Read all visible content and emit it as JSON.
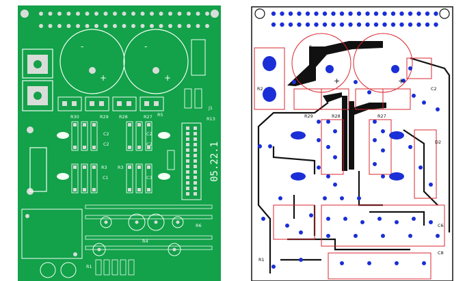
{
  "colors": {
    "background": "#ffffff",
    "board_green": "#13a14a",
    "board_dark": "#0e8a3d",
    "silkscreen": "#f4fff6",
    "pad_silver": "#d9ddd9",
    "copper_red": "#d8262e",
    "via_blue": "#1a2fd6",
    "trace_black": "#111111"
  },
  "left_board": {
    "name": "green-pcb-render",
    "revision_label": "05.22.1",
    "cap_marks": [
      "-",
      "+",
      "-",
      "+"
    ],
    "labels": [
      {
        "id": "R30",
        "text": "R30"
      },
      {
        "id": "R29",
        "text": "R29"
      },
      {
        "id": "R28",
        "text": "R28"
      },
      {
        "id": "R27",
        "text": "R27"
      },
      {
        "id": "R3a",
        "text": "R3"
      },
      {
        "id": "R3b",
        "text": "R3"
      },
      {
        "id": "R4",
        "text": "R4"
      },
      {
        "id": "R5",
        "text": "R5"
      },
      {
        "id": "R6",
        "text": "R6"
      },
      {
        "id": "R13",
        "text": "R13"
      },
      {
        "id": "C2a",
        "text": "C2"
      },
      {
        "id": "C2b",
        "text": "C2"
      },
      {
        "id": "C2c",
        "text": "C2"
      },
      {
        "id": "C2d",
        "text": "C2"
      },
      {
        "id": "C1",
        "text": "C1"
      },
      {
        "id": "C3",
        "text": "C3"
      },
      {
        "id": "J1",
        "text": "J1"
      },
      {
        "id": "R1",
        "text": "R1"
      }
    ]
  },
  "right_board": {
    "name": "pcb-layout-view",
    "cap_marks": [
      "-",
      "+",
      "-",
      "+"
    ],
    "labels": [
      {
        "id": "R29",
        "text": "R29"
      },
      {
        "id": "R28",
        "text": "R28"
      },
      {
        "id": "R27",
        "text": "R27"
      },
      {
        "id": "C2",
        "text": "C2"
      },
      {
        "id": "C6",
        "text": "C6"
      },
      {
        "id": "C8",
        "text": "C8"
      },
      {
        "id": "D2",
        "text": "D2"
      },
      {
        "id": "R1",
        "text": "R1"
      },
      {
        "id": "R2",
        "text": "R2"
      }
    ]
  }
}
